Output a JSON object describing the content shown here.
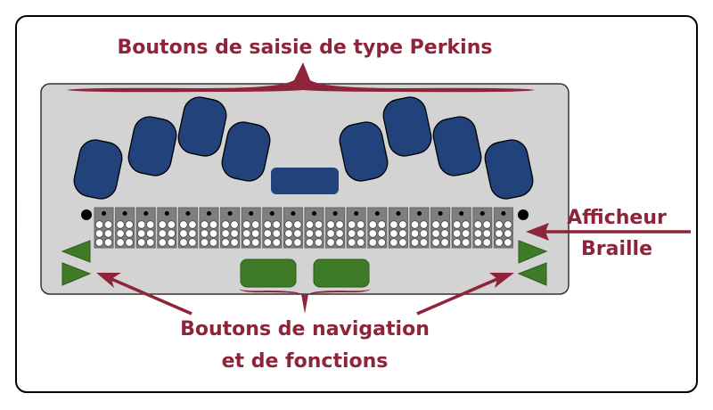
{
  "labels": {
    "perkins": "Boutons de saisie de type Perkins",
    "afficheur_line1": "Afficheur",
    "afficheur_line2": "Braille",
    "navigation_line1": "Boutons de navigation",
    "navigation_line2": "et de fonctions"
  },
  "braille_display": {
    "cell_count": 20
  },
  "colors": {
    "accent": "#8e2439",
    "key_blue": "#21427a",
    "button_green": "#3e7b27",
    "panel": "#d3d3d3",
    "cell": "#7f7f7f"
  }
}
